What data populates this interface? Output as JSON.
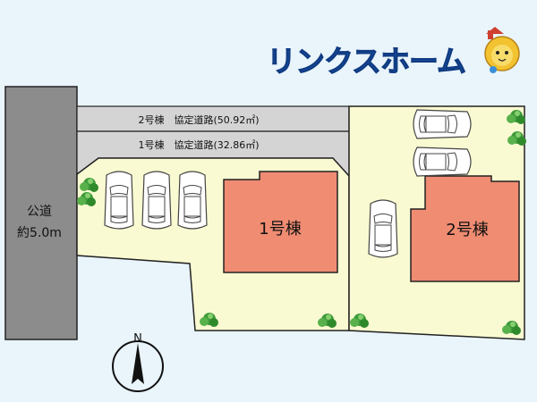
{
  "brand": {
    "name": "リンクスホーム",
    "color": "#1b4fa3",
    "mascot_icon": "lion-mascot-icon"
  },
  "public_road": {
    "line1": "公道",
    "line2": "約5.0m",
    "color": "#8c8c8c"
  },
  "access_roads": [
    {
      "label": "2号棟　協定道路(50.92㎡)"
    },
    {
      "label": "1号棟　協定道路(32.86㎡)"
    }
  ],
  "lots": [
    {
      "building_label": "1号棟",
      "parking_spaces": 3
    },
    {
      "building_label": "2号棟",
      "parking_spaces": 3
    }
  ],
  "compass": {
    "label": "N"
  },
  "colors": {
    "lot_fill": "#fafad2",
    "building_fill": "#ef8c72",
    "road_fill": "#d4d4d4",
    "outline": "#222222",
    "tree": "#3f9b3a"
  }
}
